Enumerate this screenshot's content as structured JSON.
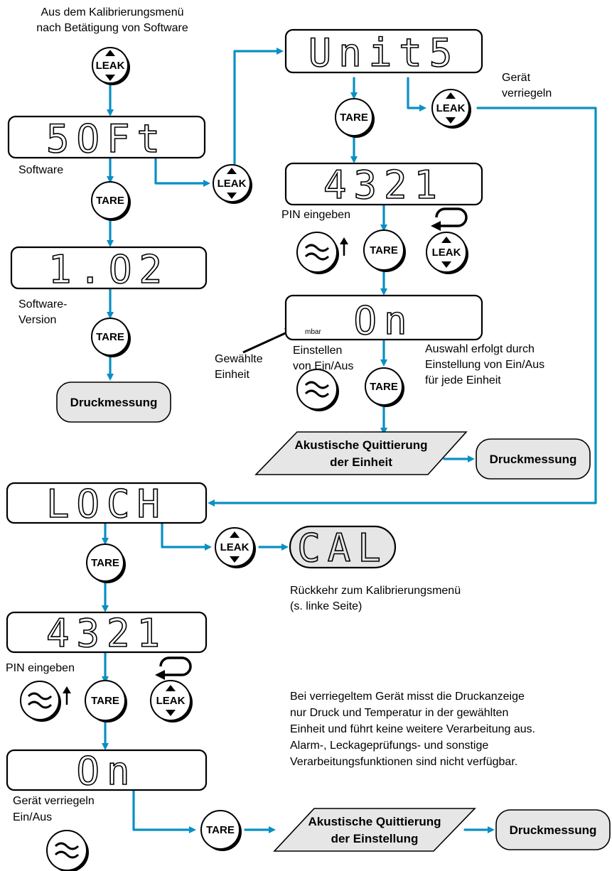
{
  "texts": {
    "intro_line1": "Aus dem Kalibrierungsmenü",
    "intro_line2": "nach Betätigung von Software",
    "software": "Software",
    "software_version_1": "Software-",
    "software_version_2": "Version",
    "geraet_verriegeln_top_1": "Gerät",
    "geraet_verriegeln_top_2": "verriegeln",
    "pin_eingeben_1": "PIN eingeben",
    "gewaehlte_1": "Gewählte",
    "gewaehlte_2": "Einheit",
    "einstellen_1": "Einstellen",
    "einstellen_2": "von Ein/Aus",
    "auswahl_1": "Auswahl erfolgt durch",
    "auswahl_2": "Einstellung von Ein/Aus",
    "auswahl_3": "für jede Einheit",
    "rueckkehr_1": "Rückkehr zum Kalibrierungsmenü",
    "rueckkehr_2": "(s. linke Seite)",
    "pin_eingeben_2": "PIN eingeben",
    "geraet_ein_aus_1": "Gerät verriegeln",
    "geraet_ein_aus_2": "Ein/Aus",
    "note_1": "Bei verriegeltem Gerät misst die Druckanzeige",
    "note_2": "nur Druck und Temperatur in der gewählten",
    "note_3": "Einheit und führt keine weitere Verarbeitung aus.",
    "note_4": "Alarm-, Leckageprüfungs- und sonstige",
    "note_5": "Verarbeitungsfunktionen sind nicht verfügbar.",
    "unit_mbar": "mbar"
  },
  "displays": {
    "soft": "5OFt",
    "version": "1.O2",
    "units": "Unit5",
    "pin_top": "4321",
    "on_top": "On",
    "loch": "LOCH",
    "cal": "CAL",
    "pin_bottom": "4321",
    "on_bottom": "On"
  },
  "buttons": {
    "leak": "LEAK",
    "tare": "TARE"
  },
  "terminals": {
    "druckmessung": "Druckmessung"
  },
  "parallelograms": {
    "quitt_einheit_1": "Akustische Quittierung",
    "quitt_einheit_2": "der Einheit",
    "quitt_einstellung_1": "Akustische Quittierung",
    "quitt_einstellung_2": "der Einstellung"
  },
  "colors": {
    "flow": "#0a8fc4",
    "terminal_fill": "#e6e6e6"
  },
  "icons": [
    "leak-button-icon",
    "tare-button-icon",
    "wave-button-icon",
    "loop-arrow-icon",
    "up-arrow-icon"
  ]
}
